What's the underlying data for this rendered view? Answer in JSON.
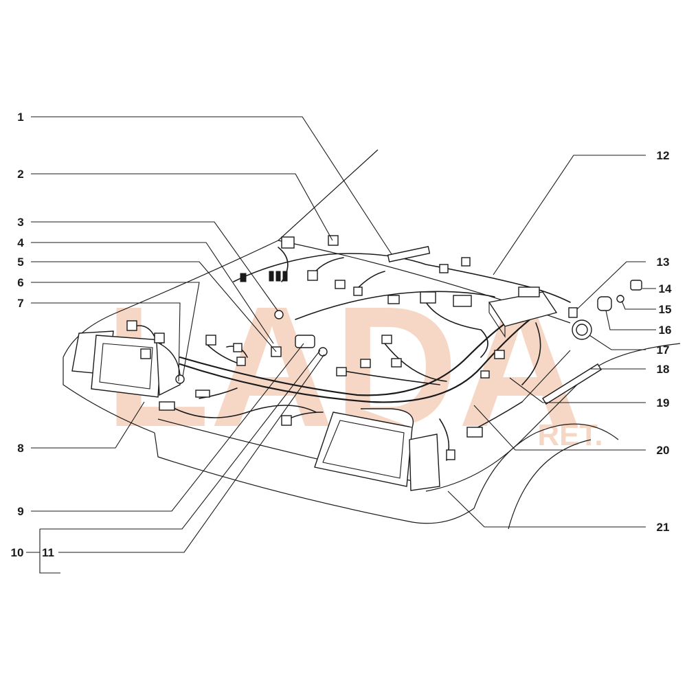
{
  "watermark": {
    "text": "LADA",
    "sub": "RET.",
    "color": "#f3c7ae"
  },
  "callouts": [
    {
      "id": "1",
      "text": "1"
    },
    {
      "id": "2",
      "text": "2"
    },
    {
      "id": "3",
      "text": "3"
    },
    {
      "id": "4",
      "text": "4"
    },
    {
      "id": "5",
      "text": "5"
    },
    {
      "id": "6",
      "text": "6"
    },
    {
      "id": "7",
      "text": "7"
    },
    {
      "id": "8",
      "text": "8"
    },
    {
      "id": "9",
      "text": "9"
    },
    {
      "id": "10",
      "text": "10"
    },
    {
      "id": "11",
      "text": "11"
    },
    {
      "id": "12",
      "text": "12"
    },
    {
      "id": "13",
      "text": "13"
    },
    {
      "id": "14",
      "text": "14"
    },
    {
      "id": "15",
      "text": "15"
    },
    {
      "id": "16",
      "text": "16"
    },
    {
      "id": "17",
      "text": "17"
    },
    {
      "id": "18",
      "text": "18"
    },
    {
      "id": "19",
      "text": "19"
    },
    {
      "id": "20",
      "text": "20"
    },
    {
      "id": "21",
      "text": "21"
    }
  ]
}
